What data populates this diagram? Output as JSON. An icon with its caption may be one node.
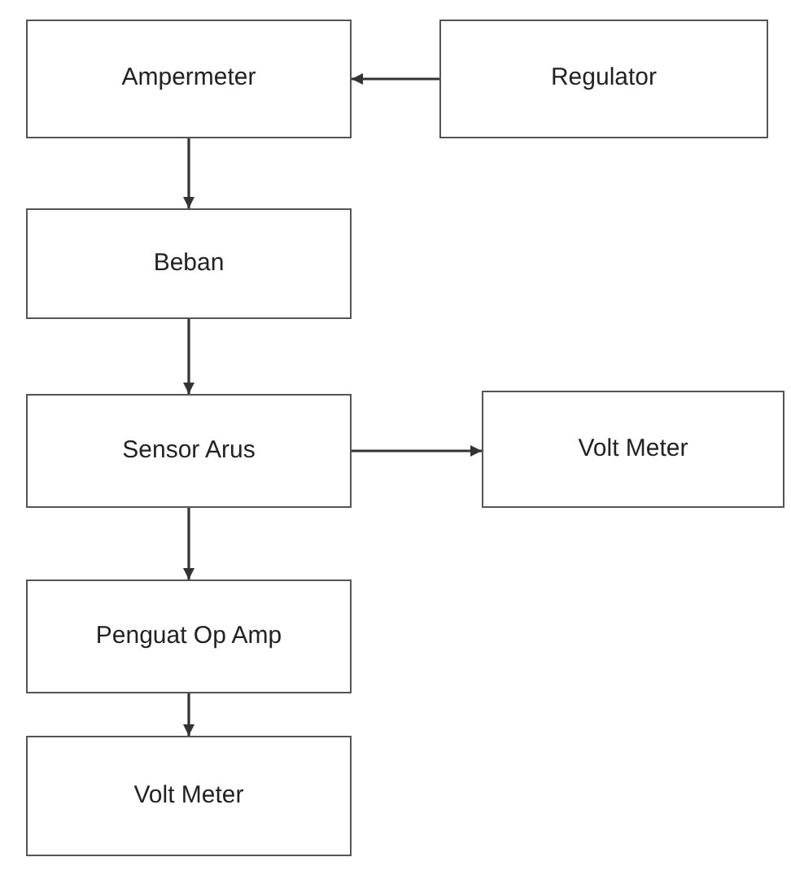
{
  "diagram": {
    "nodes": [
      {
        "text": [
          "Ampermeter"
        ]
      },
      {
        "text": [
          "Regulator"
        ]
      },
      {
        "text": [
          "Beban"
        ]
      },
      {
        "text": [
          "Sensor Arus"
        ]
      },
      {
        "text": [
          "Volt Meter"
        ]
      },
      {
        "text": [
          "Penguat Op Amp"
        ]
      },
      {
        "text": [
          "Volt Meter"
        ]
      }
    ],
    "edges": [
      {
        "from": 1,
        "to": 0,
        "arrow": "to"
      },
      {
        "from": 0,
        "to": 2,
        "arrow": "to"
      },
      {
        "from": 2,
        "to": 3,
        "arrow": "to"
      },
      {
        "from": 3,
        "to": 4,
        "arrow": "to"
      },
      {
        "from": 3,
        "to": 5,
        "arrow": "to"
      },
      {
        "from": 5,
        "to": 6,
        "arrow": "to"
      }
    ]
  }
}
